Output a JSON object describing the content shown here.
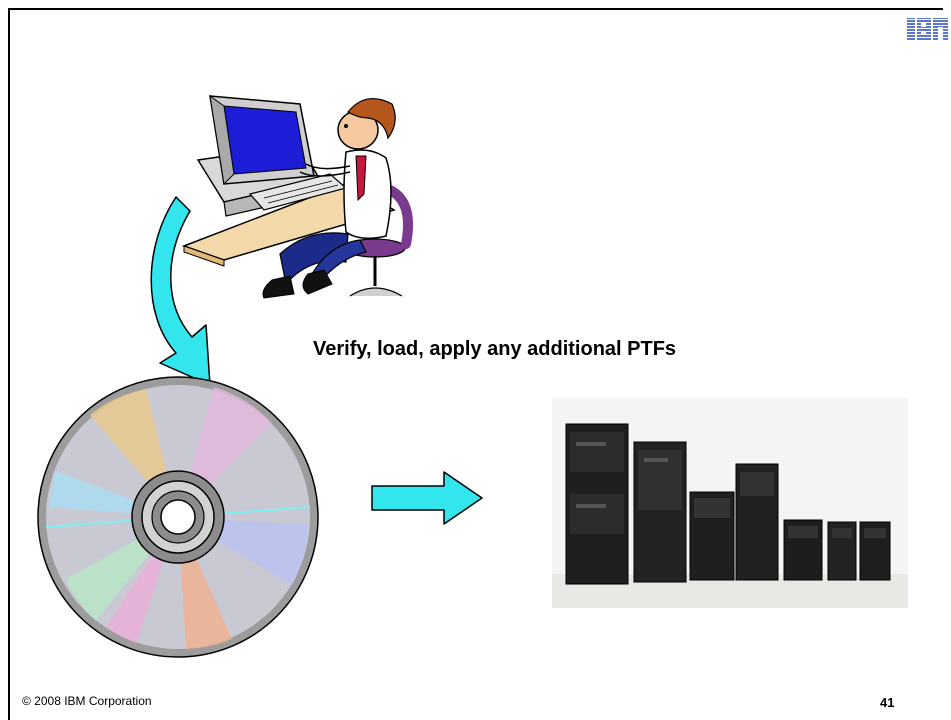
{
  "header": {
    "logo_text": "IBM"
  },
  "main": {
    "caption": "Verify, load, apply any additional PTFs"
  },
  "footer": {
    "copyright": "© 2008 IBM Corporation",
    "page_number": "41"
  },
  "icons": [
    "computer-user-illustration",
    "curved-arrow-down",
    "cd-disc",
    "arrow-right",
    "server-lineup"
  ],
  "colors": {
    "arrow_fill": "#33e6ee",
    "monitor_screen": "#1d1dd8",
    "desk_top": "#f3d8a9"
  }
}
